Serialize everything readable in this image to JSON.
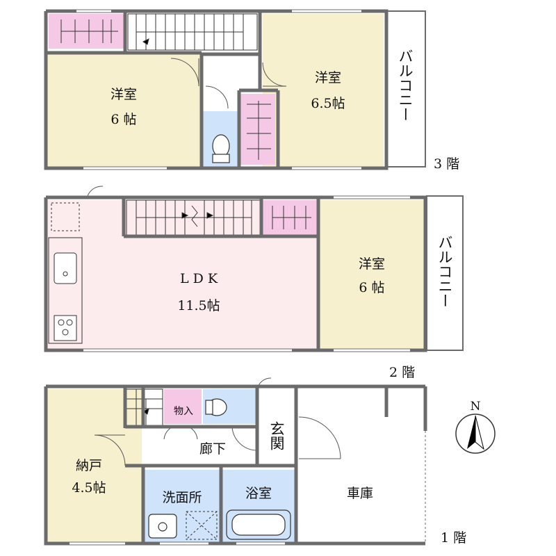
{
  "floors": {
    "f3": {
      "label": "3 階",
      "rooms": {
        "western_a": {
          "name": "洋室",
          "size": "6 帖"
        },
        "western_b": {
          "name": "洋室",
          "size": "6.5帖"
        }
      },
      "balcony": "バルコニー"
    },
    "f2": {
      "label": "2 階",
      "rooms": {
        "ldk": {
          "name": "L D K",
          "size": "11.5帖"
        },
        "western": {
          "name": "洋室",
          "size": "6 帖"
        }
      },
      "balcony": "バルコニー"
    },
    "f1": {
      "label": "1 階",
      "rooms": {
        "storage": {
          "name": "納戸",
          "size": "4.5帖"
        },
        "closet": "物入",
        "hallway": "廊下",
        "entrance": "玄関",
        "washroom": "洗面所",
        "bathroom": "浴室",
        "garage": "車庫"
      }
    }
  },
  "compass": {
    "label": "N"
  },
  "colors": {
    "room_yellow": "#f7f0cf",
    "ldk_pink": "#fcecee",
    "closet_pink": "#f5c8e6",
    "wet_blue": "#cfe3fb",
    "wall": "#6b6b6b"
  }
}
